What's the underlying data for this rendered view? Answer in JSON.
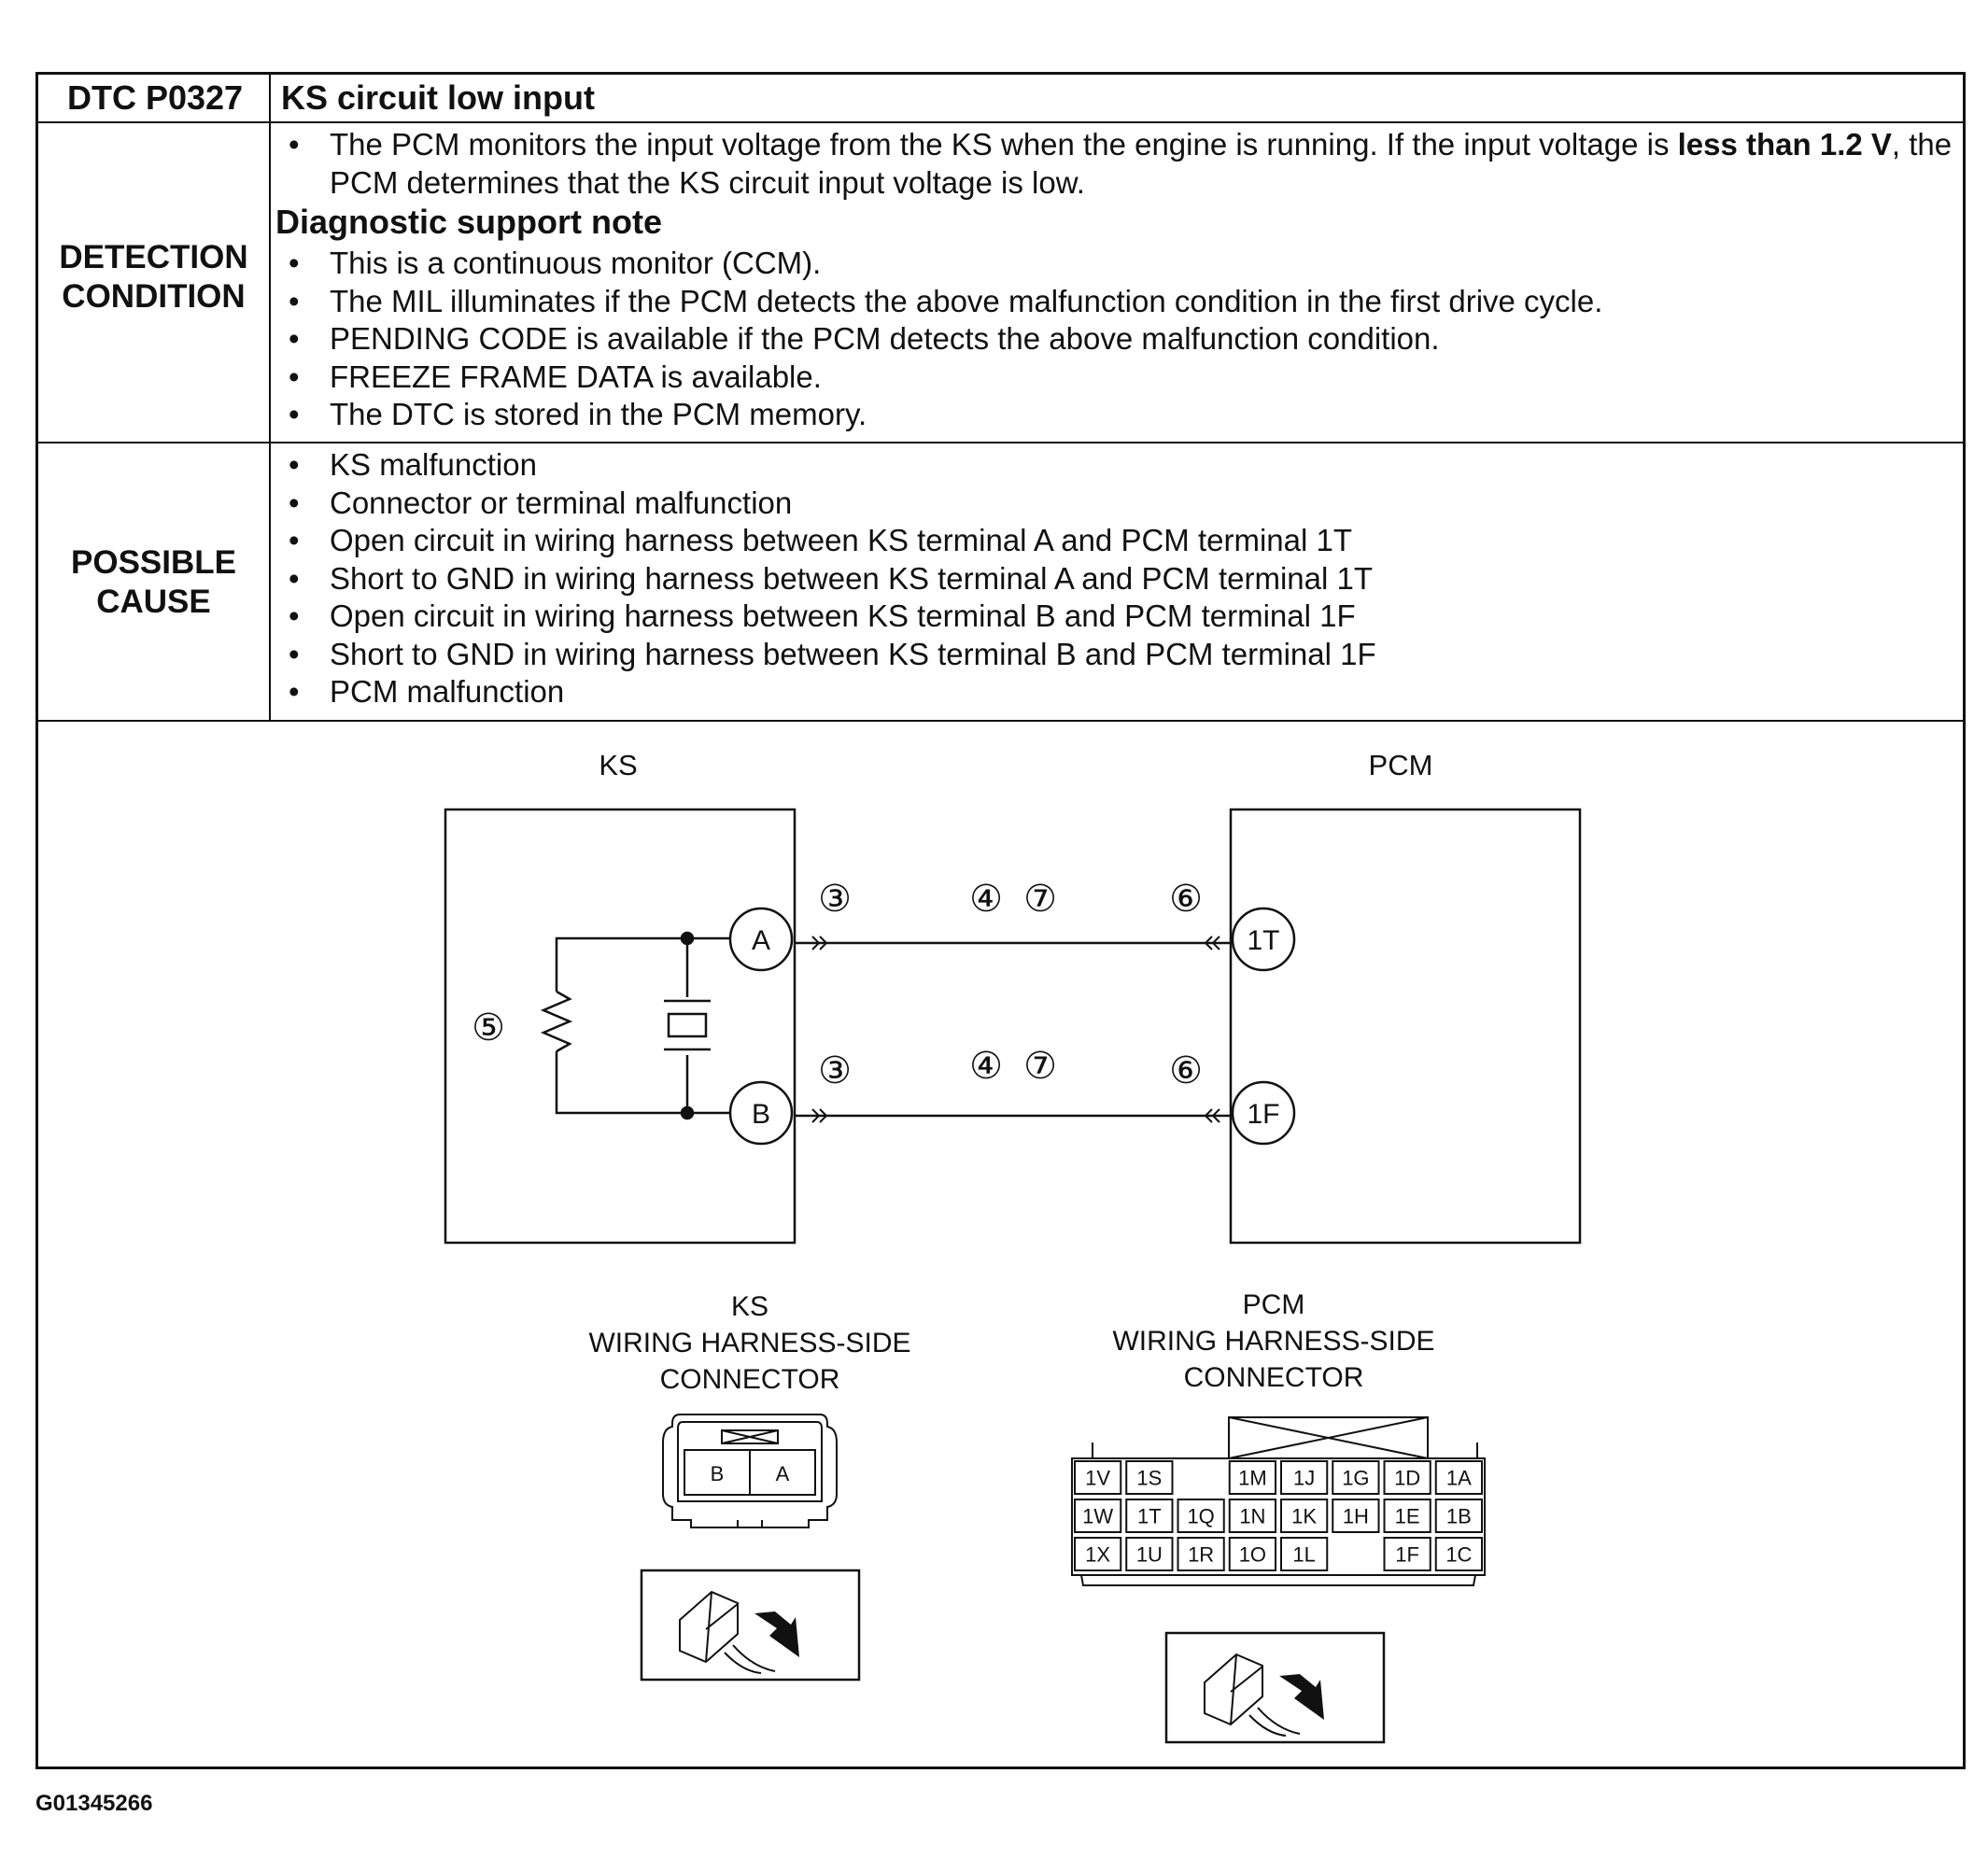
{
  "header": {
    "dtc_code": "DTC P0327",
    "dtc_title": "KS circuit low input"
  },
  "detection_condition": {
    "label_line1": "DETECTION",
    "label_line2": "CONDITION",
    "main_bullet_pre": "The PCM monitors the input voltage from the KS when the engine is running. If the input voltage is ",
    "main_bullet_bold": "less than 1.2 V",
    "main_bullet_post": ", the PCM determines that the KS circuit input voltage is low.",
    "note_title": "Diagnostic support note",
    "notes": [
      "This is a continuous monitor (CCM).",
      "The MIL illuminates if the PCM detects the above malfunction condition in the first drive cycle.",
      "PENDING CODE is available if the PCM detects the above malfunction condition.",
      "FREEZE FRAME DATA is available.",
      "The DTC is stored in the PCM memory."
    ]
  },
  "possible_cause": {
    "label_line1": "POSSIBLE",
    "label_line2": "CAUSE",
    "items": [
      "KS malfunction",
      "Connector or terminal malfunction",
      "Open circuit in wiring harness between KS terminal A and PCM terminal 1T",
      "Short to GND in wiring harness between KS terminal A and PCM terminal 1T",
      "Open circuit in wiring harness between KS terminal B and PCM terminal 1F",
      "Short to GND in wiring harness between KS terminal B and PCM terminal 1F",
      "PCM malfunction"
    ]
  },
  "schematic": {
    "ks_label": "KS",
    "pcm_label": "PCM",
    "ks_terminals": [
      "A",
      "B"
    ],
    "pcm_terminals": [
      "1T",
      "1F"
    ],
    "step_refs": {
      "ks_side": "③",
      "wire_a": "④",
      "wire_b": "⑦",
      "pcm_side": "⑥",
      "sensor": "⑤"
    }
  },
  "connectors": {
    "ks_title": [
      "KS",
      "WIRING HARNESS-SIDE",
      "CONNECTOR"
    ],
    "pcm_title": [
      "PCM",
      "WIRING HARNESS-SIDE",
      "CONNECTOR"
    ],
    "ks_pins": [
      "B",
      "A"
    ],
    "pcm_pins": [
      [
        "1V",
        "1S",
        "",
        "1M",
        "1J",
        "1G",
        "1D",
        "1A"
      ],
      [
        "1W",
        "1T",
        "1Q",
        "1N",
        "1K",
        "1H",
        "1E",
        "1B"
      ],
      [
        "1X",
        "1U",
        "1R",
        "1O",
        "1L",
        "",
        "1F",
        "1C"
      ]
    ]
  },
  "figure_id": "G01345266"
}
